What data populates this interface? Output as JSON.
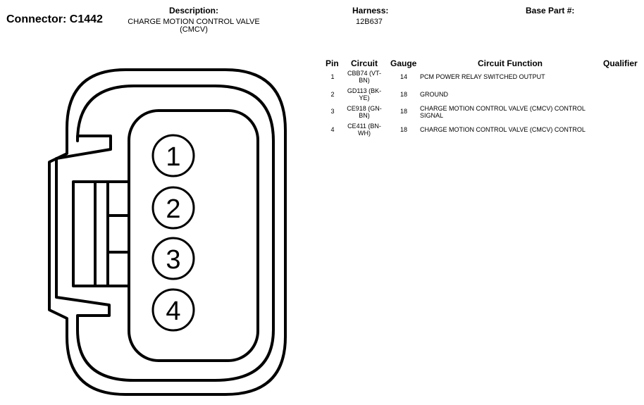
{
  "connector": {
    "label": "Connector: C1442"
  },
  "description": {
    "label": "Description:",
    "value": "CHARGE MOTION CONTROL VALVE (CMCV)"
  },
  "harness": {
    "label": "Harness:",
    "value": "12B637"
  },
  "base_part": {
    "label": "Base Part #:",
    "value": ""
  },
  "table": {
    "headers": {
      "pin": "Pin",
      "circuit": "Circuit",
      "gauge": "Gauge",
      "function": "Circuit Function",
      "qualifier": "Qualifier"
    },
    "rows": [
      {
        "pin": "1",
        "circuit": "CBB74 (VT-BN)",
        "gauge": "14",
        "function": "PCM POWER RELAY SWITCHED OUTPUT",
        "qualifier": ""
      },
      {
        "pin": "2",
        "circuit": "GD113 (BK-YE)",
        "gauge": "18",
        "function": "GROUND",
        "qualifier": ""
      },
      {
        "pin": "3",
        "circuit": "CE918 (GN-BN)",
        "gauge": "18",
        "function": "CHARGE MOTION CONTROL VALVE (CMCV) CONTROL SIGNAL",
        "qualifier": ""
      },
      {
        "pin": "4",
        "circuit": "CE411 (BN-WH)",
        "gauge": "18",
        "function": "CHARGE MOTION CONTROL VALVE (CMCV) CONTROL",
        "qualifier": ""
      }
    ]
  },
  "diagram": {
    "pins": [
      "1",
      "2",
      "3",
      "4"
    ]
  }
}
